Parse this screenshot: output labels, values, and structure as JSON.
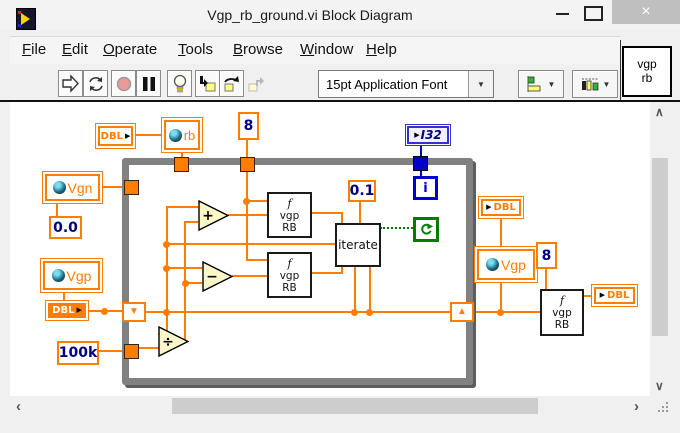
{
  "window": {
    "title": "Vgp_rb_ground.vi Block Diagram",
    "close_glyph": "×"
  },
  "menu": {
    "items": [
      "File",
      "Edit",
      "Operate",
      "Tools",
      "Browse",
      "Window",
      "Help"
    ]
  },
  "toolbar": {
    "buttons": [
      "run",
      "run-continuously",
      "abort-execution",
      "pause",
      "highlight-execution",
      "step-into",
      "step-over",
      "step-out"
    ],
    "font_selector_label": "15pt Application Font",
    "dropdown_glyph": "▼",
    "align_objects": "align-objects",
    "distribute_objects": "distribute-objects"
  },
  "vi_icon": {
    "line1": "vgp",
    "line2": "rb"
  },
  "diagram": {
    "loop_type": "while-loop",
    "globals": {
      "rb": "rb",
      "vgn": "Vgn",
      "vgp_left": "Vgp",
      "vgp_right": "Vgp"
    },
    "constants": {
      "eight_top": "8",
      "zero": "0.0",
      "point_one": "0.1",
      "hundred_k": "100k",
      "eight_right": "8"
    },
    "terminals": {
      "dbl_control_top": "DBL",
      "dbl_control_left": "DBL",
      "i32_indicator": "I32",
      "dbl_indicator_right": "DBL",
      "dbl_indicator_output": "DBL",
      "iteration": "i",
      "arrow_right": "▶"
    },
    "operators": {
      "add": "+",
      "subtract": "−",
      "divide": "÷"
    },
    "subvi": {
      "line1": "f",
      "line2": "vgp",
      "line3": "RB"
    },
    "iterate_label": "iterate",
    "shift_register": {
      "down_glyph": "▼",
      "up_glyph": "▲"
    },
    "colors": {
      "wire": "#ff7d00",
      "numeric_text": "#000080",
      "integer_blue": "#0000cc",
      "boolean_green": "#007d00",
      "loop_border": "#818181"
    }
  },
  "scrollbars": {
    "up_glyph": "∧",
    "down_glyph": "∨",
    "left_glyph": "‹",
    "right_glyph": "›"
  }
}
